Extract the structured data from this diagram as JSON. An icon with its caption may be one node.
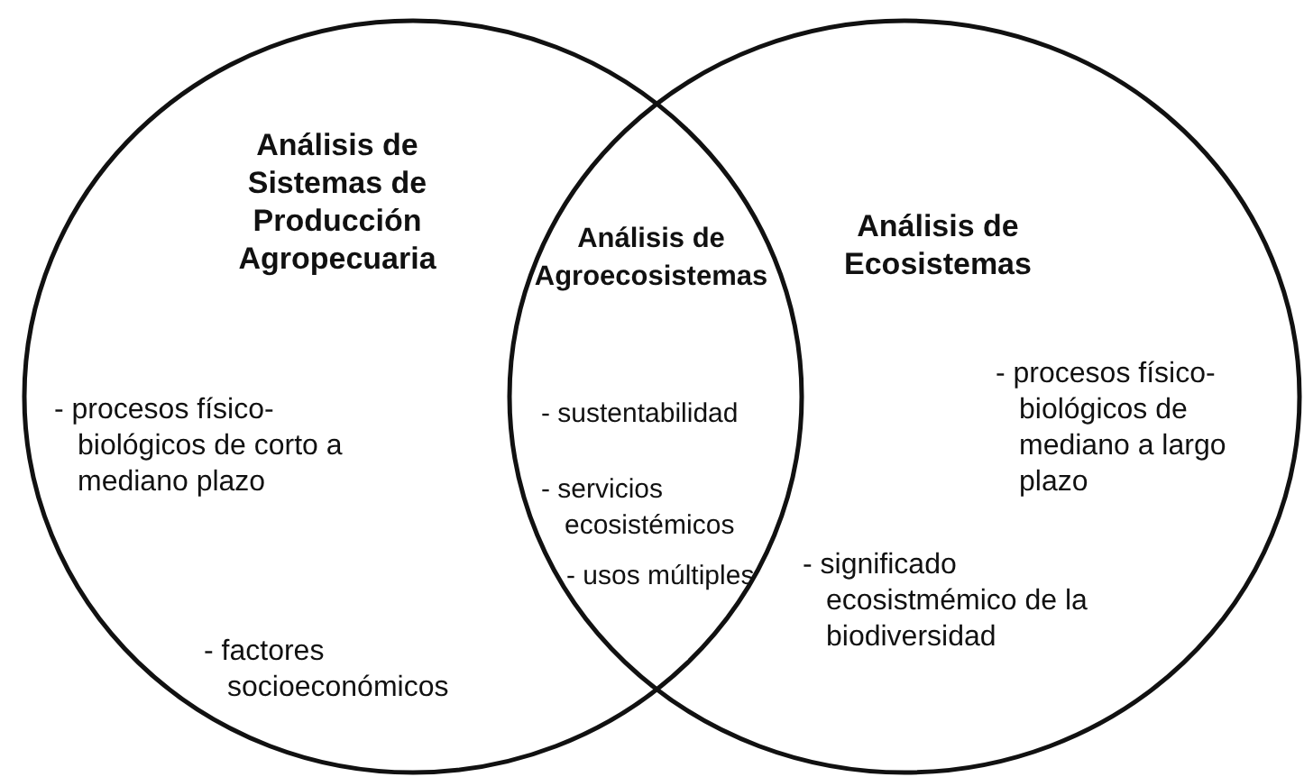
{
  "diagram": {
    "nodes": [
      {
        "text": [
          "Análisis de Sistemas de Producción Agropecuaria",
          "- procesos físico-biológicos de corto a mediano plazo",
          "- factores socioeconómicos"
        ]
      },
      {
        "text": [
          "Análisis de Agroecosistemas",
          "- sustentabilidad",
          "- servicios ecosistémicos",
          "- usos múltiples"
        ]
      },
      {
        "text": [
          "Análisis de Ecosistemas",
          "- procesos físico-biológicos de mediano a largo plazo",
          "- significado ecosistmémico de la biodiversidad"
        ]
      }
    ]
  }
}
